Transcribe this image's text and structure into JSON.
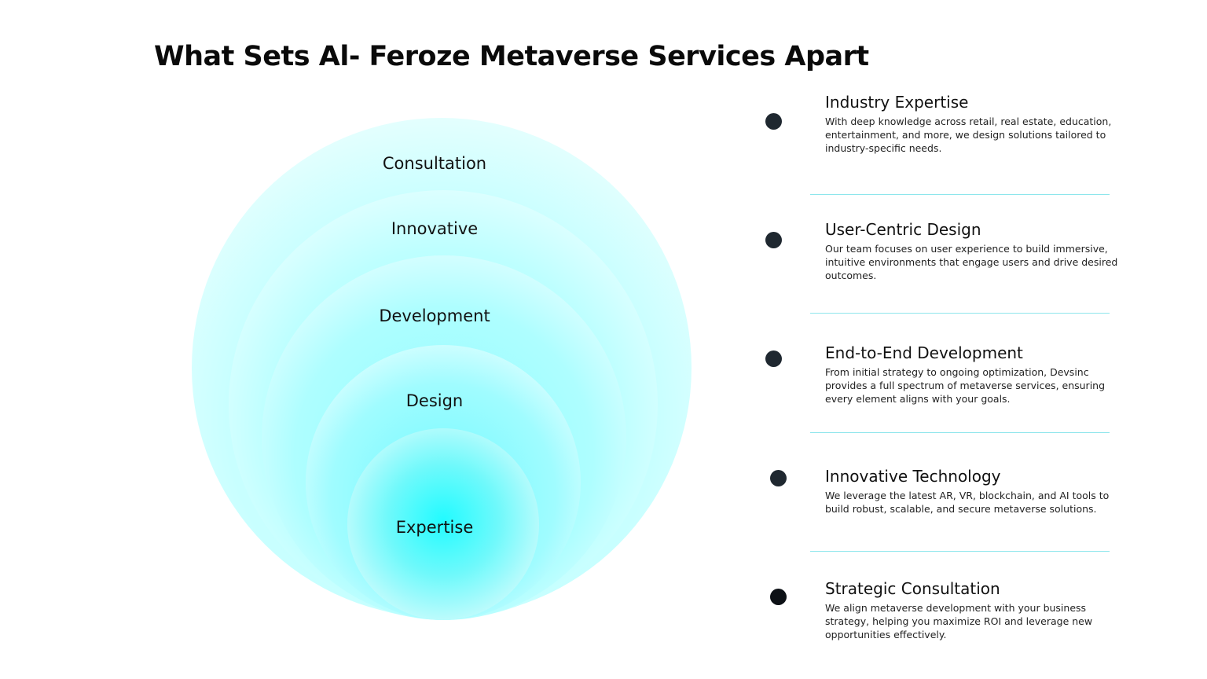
{
  "title": "What Sets Al- Feroze Metaverse Services Apart",
  "rings": [
    "Consultation",
    "Innovative",
    "Development",
    "Design",
    "Expertise"
  ],
  "features": [
    {
      "title": "Industry Expertise",
      "text": " With deep knowledge across retail, real estate, education, entertainment, and more, we design solutions tailored to industry-specific needs."
    },
    {
      "title": "User-Centric Design",
      "text": "Our team focuses on user experience to build immersive, intuitive environments that engage users and drive desired outcomes."
    },
    {
      "title": "End-to-End Development",
      "text": "From initial strategy to ongoing optimization, Devsinc provides a full spectrum of metaverse services, ensuring every element aligns with your goals."
    },
    {
      "title": "Innovative Technology",
      "text": "We leverage the latest AR, VR, blockchain, and AI tools to build robust, scalable, and secure metaverse solutions."
    },
    {
      "title": "Strategic Consultation",
      "text": " We align metaverse development with your business strategy, helping you maximize ROI and leverage new opportunities effectively."
    }
  ],
  "colors": {
    "accent": "#22fbff",
    "divider": "#8ee6ec",
    "dot": "#1f2830"
  }
}
